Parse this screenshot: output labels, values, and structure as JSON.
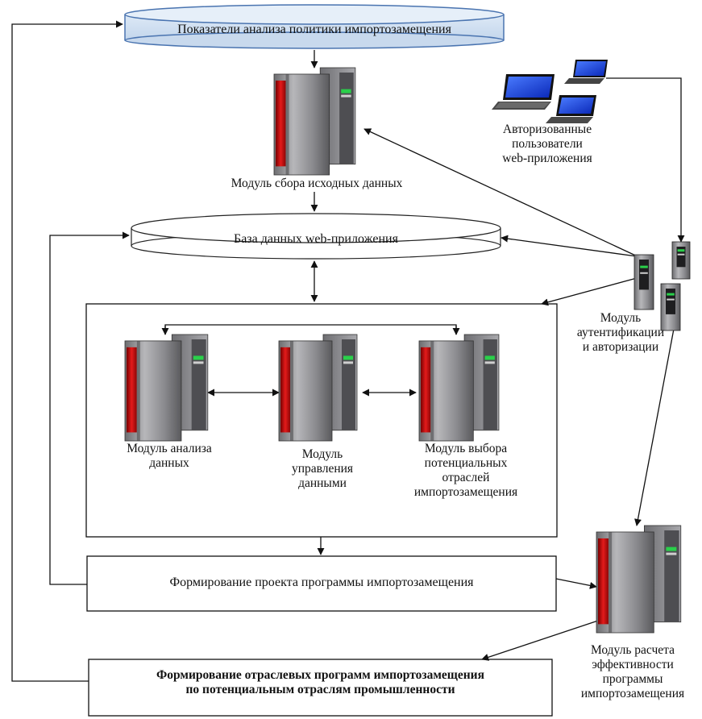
{
  "diagram": {
    "top_db_label": "Показатели анализа политики импортозамещения",
    "data_collection_label": "Модуль сбора исходных данных",
    "users_label_lines": [
      "Авторизованные",
      "пользователи",
      "web-приложения"
    ],
    "webapp_db_label": "База данных  web-приложения",
    "auth_module_lines": [
      "Модуль",
      "аутентификации",
      "и авторизации"
    ],
    "analysis_module_lines": [
      "Модуль анализа",
      "данных"
    ],
    "management_module_lines": [
      "Модуль",
      "управления",
      "данными"
    ],
    "selection_module_lines": [
      "Модуль выбора",
      "потенциальных",
      "отраслей",
      "импортозамещения"
    ],
    "project_box_label": "Формирование проекта программы импортозамещения",
    "efficiency_module_lines": [
      "Модуль расчета",
      "эффективности",
      "программы",
      "импортозамещения"
    ],
    "sector_box_lines": [
      "Формирование отраслевых программ импортозамещения",
      "по потенциальным отраслям промышленности"
    ]
  }
}
